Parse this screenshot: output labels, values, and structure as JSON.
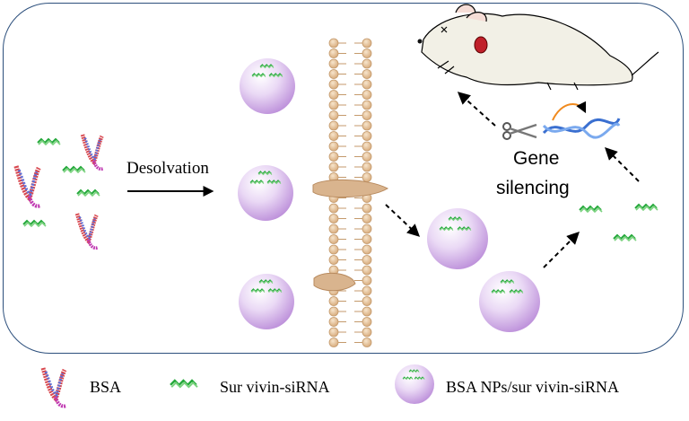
{
  "labels": {
    "desolvation": "Desolvation",
    "gene": "Gene",
    "silencing": "silencing"
  },
  "legend": {
    "bsa": "BSA",
    "sirna": "Sur vivin-siRNA",
    "np": "BSA NPs/sur vivin-siRNA"
  },
  "colors": {
    "frame": "#2c4f7c",
    "nanoparticle": "#c9a6e3",
    "sirna": "#23a83a",
    "membrane": "#c49a6c",
    "mouse_body": "#f2f0e6",
    "tumor": "#c0202a"
  }
}
